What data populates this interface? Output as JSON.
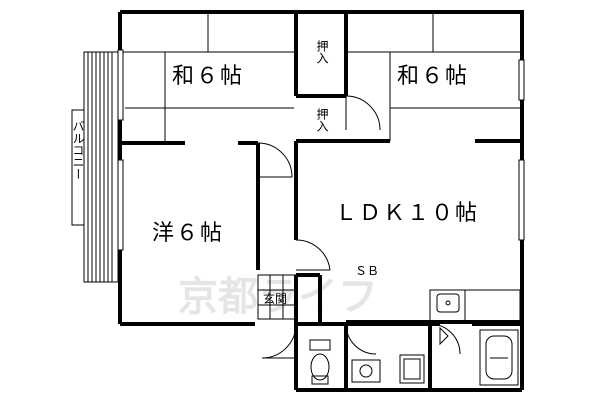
{
  "rooms": {
    "washitsu_left": "和６帖",
    "washitsu_right": "和６帖",
    "youshitsu": "洋６帖",
    "ldk": "ＬＤＫ１０帖"
  },
  "labels": {
    "oshiire_top": "押入",
    "oshiire_small": "押入",
    "balcony": "バルコニー",
    "genkan": "玄関",
    "shoe_box": "ＳＢ"
  },
  "watermark": "京都ライフ",
  "colors": {
    "line": "#000000",
    "watermark": "#cccccc"
  }
}
